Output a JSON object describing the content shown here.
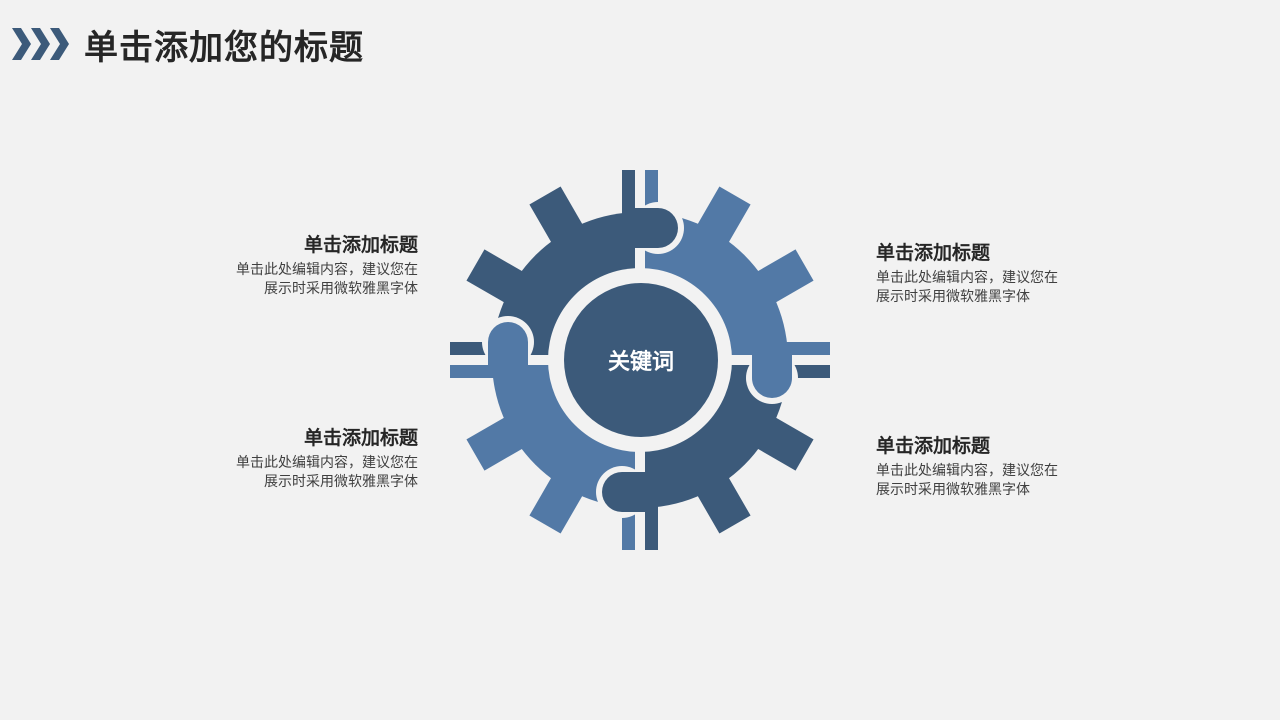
{
  "header": {
    "title": "单击添加您的标题",
    "icon": "triple-chevron-icon"
  },
  "colors": {
    "background": "#f2f2f2",
    "dark_blue": "#3c5a7a",
    "light_blue": "#5279a6",
    "title_text": "#262626"
  },
  "center": {
    "label": "关键词"
  },
  "blocks": [
    {
      "title": "单击添加标题",
      "body_line1": "单击此处编辑内容，建议您在",
      "body_line2": "展示时采用微软雅黑字体"
    },
    {
      "title": "单击添加标题",
      "body_line1": "单击此处编辑内容，建议您在",
      "body_line2": "展示时采用微软雅黑字体"
    },
    {
      "title": "单击添加标题",
      "body_line1": "单击此处编辑内容，建议您在",
      "body_line2": "展示时采用微软雅黑字体"
    },
    {
      "title": "单击添加标题",
      "body_line1": "单击此处编辑内容，建议您在",
      "body_line2": "展示时采用微软雅黑字体"
    }
  ]
}
